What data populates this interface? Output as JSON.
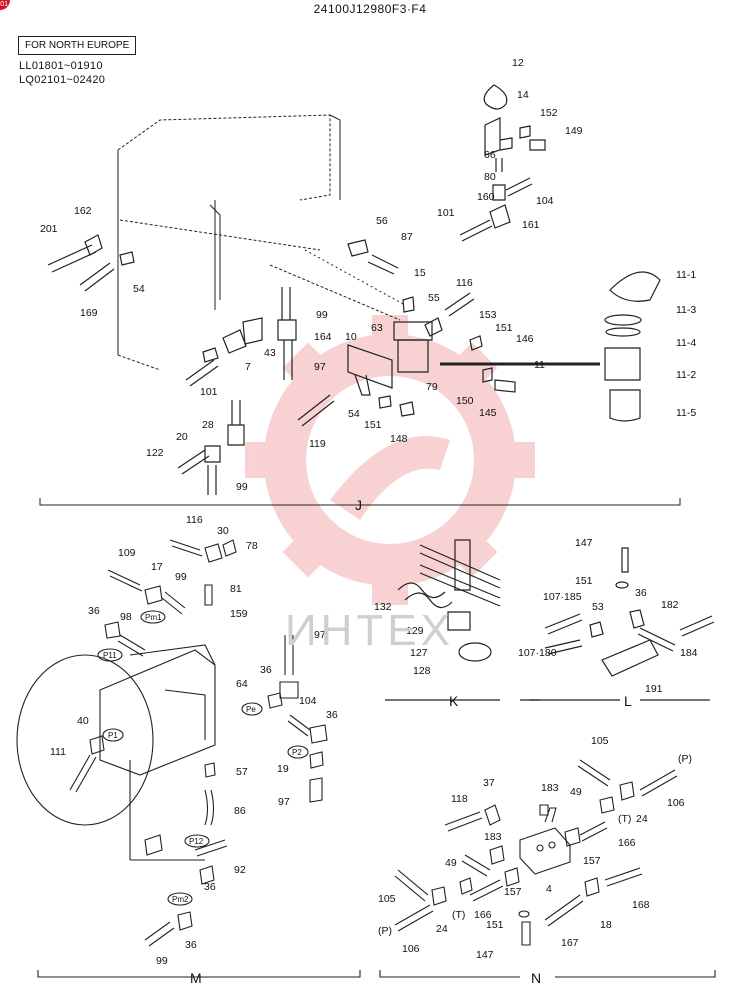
{
  "document": {
    "title": "24100J12980F3·F4",
    "region": "FOR NORTH EUROPE",
    "serials": [
      "LL01801~01910",
      "LQ02101~02420"
    ],
    "corner_mark": "01",
    "watermark": "ИНТЕХ"
  },
  "sections": {
    "J": {
      "letter": "J",
      "labels": [
        "12",
        "14",
        "152",
        "149",
        "66",
        "80",
        "104",
        "160",
        "161",
        "101",
        "56",
        "87",
        "162",
        "201",
        "54",
        "169",
        "15",
        "116",
        "99",
        "55",
        "164",
        "153",
        "151",
        "146",
        "11",
        "43",
        "7",
        "63",
        "10",
        "97",
        "79",
        "119",
        "54",
        "150",
        "145",
        "151",
        "148",
        "101",
        "28",
        "20",
        "122",
        "99",
        "11-1",
        "11-3",
        "11-4",
        "11-2",
        "11-5"
      ]
    },
    "K": {
      "letter": "K",
      "labels": [
        "132",
        "129",
        "127",
        "128"
      ]
    },
    "L": {
      "letter": "L",
      "labels": [
        "147",
        "151",
        "107·185",
        "53",
        "36",
        "182",
        "107·180",
        "184",
        "191"
      ]
    },
    "M": {
      "letter": "M",
      "labels": [
        "116",
        "30",
        "78",
        "109",
        "17",
        "99",
        "81",
        "36",
        "98",
        "159",
        "97",
        "36",
        "64",
        "104",
        "36",
        "40",
        "111",
        "57",
        "19",
        "86",
        "97",
        "92",
        "36",
        "36",
        "99"
      ],
      "ports": [
        "Pm1",
        "P11",
        "P1",
        "Pe",
        "P2",
        "P12",
        "Pm2"
      ]
    },
    "N": {
      "letter": "N",
      "labels": [
        "105",
        "(P)",
        "49",
        "106",
        "37",
        "183",
        "118",
        "24",
        "(T)",
        "183",
        "166",
        "157",
        "49",
        "157",
        "4",
        "105",
        "18",
        "168",
        "(T)",
        "166",
        "151",
        "(P)",
        "24",
        "106",
        "147",
        "167"
      ]
    }
  }
}
